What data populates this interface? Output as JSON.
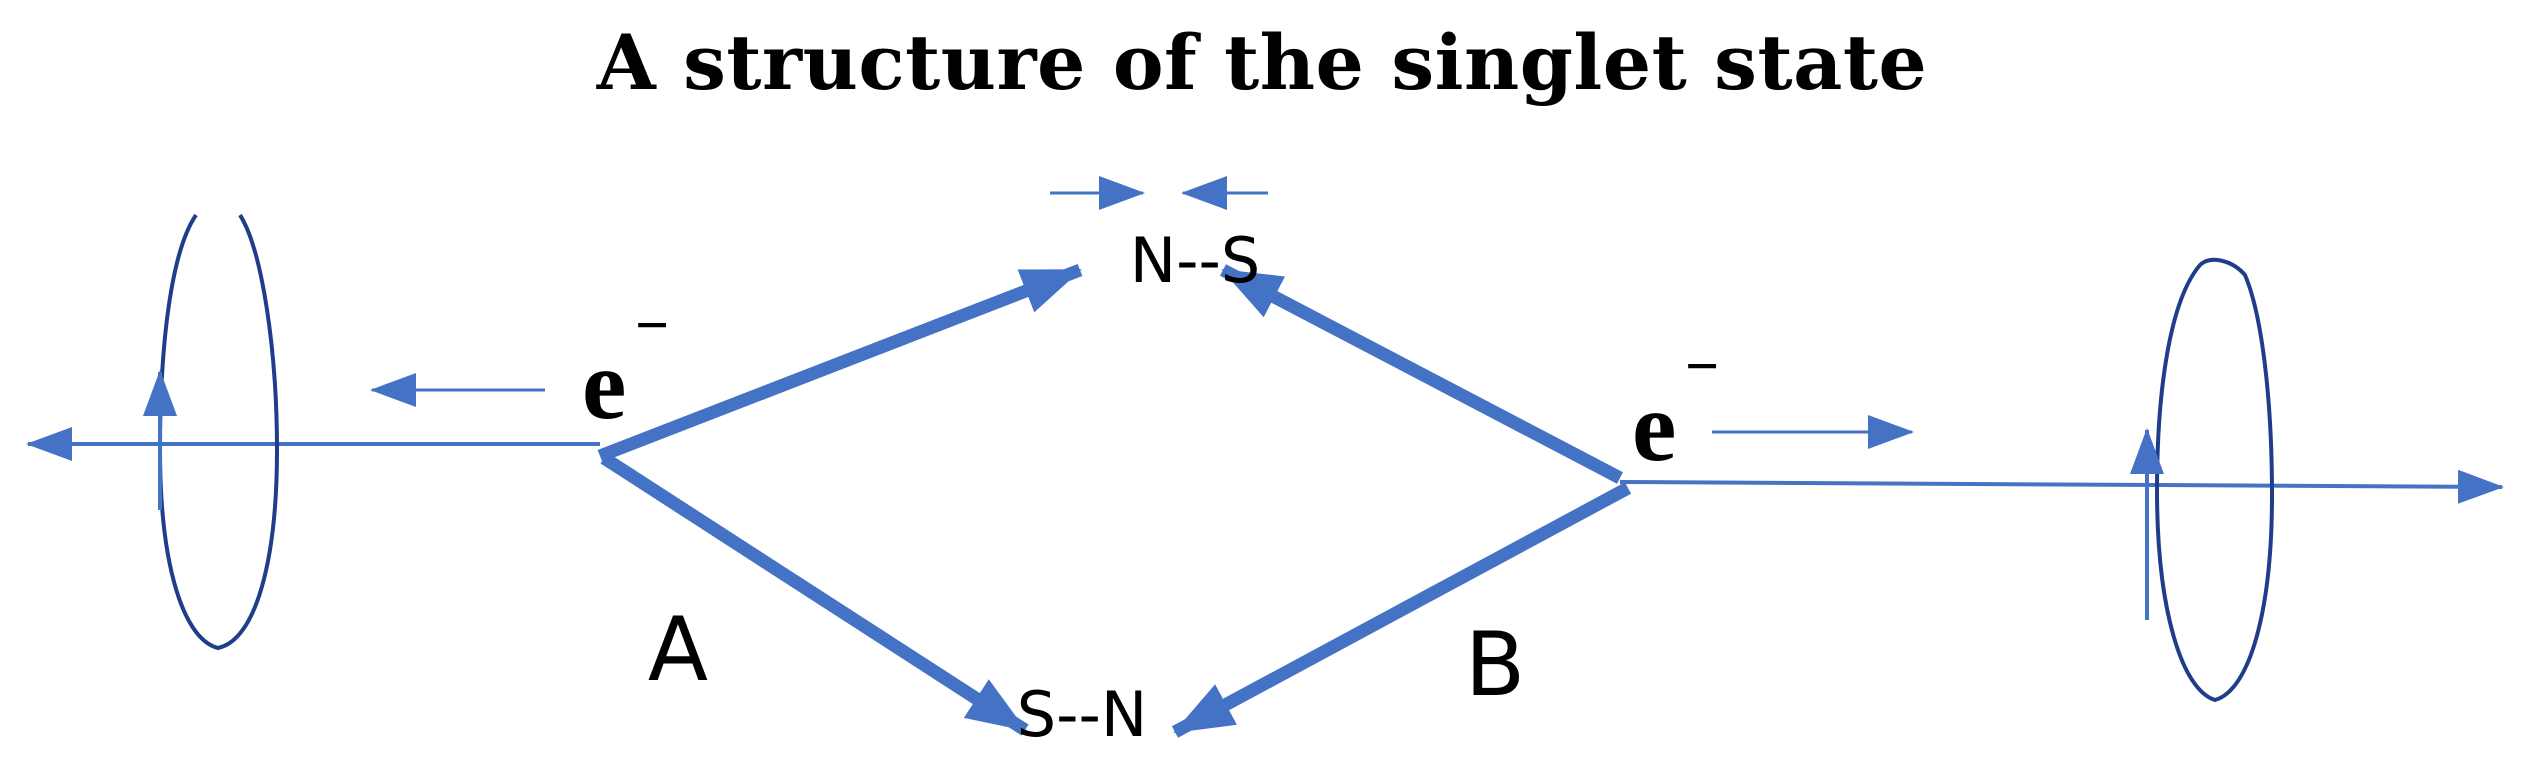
{
  "title": "A structure of the singlet state",
  "labels": {
    "left_particle": "A",
    "right_particle": "B",
    "top_pair": "N--S",
    "bottom_pair": "S--N",
    "electron_base": "e",
    "electron_sup": "−"
  },
  "colors": {
    "arrow": "#4472C4",
    "text": "#000000",
    "background": "#ffffff"
  }
}
